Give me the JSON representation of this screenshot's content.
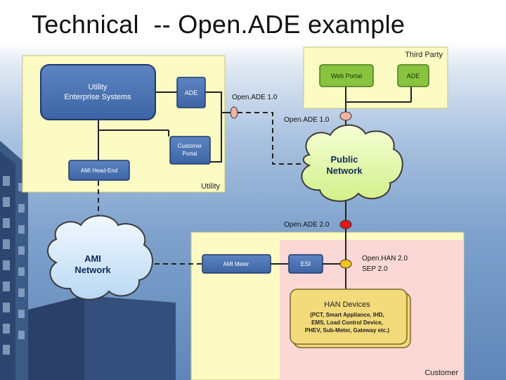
{
  "slide": {
    "title": "Technical  -- Open.ADE example"
  },
  "zones": {
    "utility": "Utility",
    "third_party": "Third Party",
    "customer": "Customer"
  },
  "nodes": {
    "utility_enterprise": [
      "Utility",
      "Enterprise Systems"
    ],
    "ade_utility": "ADE",
    "customer_portal": [
      "Customer",
      "Portal"
    ],
    "ami_head_end": "AMI Head-End",
    "web_portal": "Web Portal",
    "ade_third_party": "ADE",
    "public_network": [
      "Public",
      "Network"
    ],
    "ami_network": [
      "AMI",
      "Network"
    ],
    "ami_meter": "AMI Meter",
    "esi": "ESI",
    "han_devices_title": "HAN Devices",
    "han_devices_detail": [
      "(PCT, Smart Appliance, IHD,",
      "EMS, Load Control Device,",
      "PHEV, Sub-Meter, Gateway  etc.)"
    ]
  },
  "connection_labels": {
    "openade_utility": "Open.ADE 1.0",
    "openade_thirdparty": "Open.ADE 1.0",
    "openade_customer": "Open.ADE 2.0",
    "openhan": [
      "Open.HAN 2.0",
      "SEP 2.0"
    ]
  }
}
